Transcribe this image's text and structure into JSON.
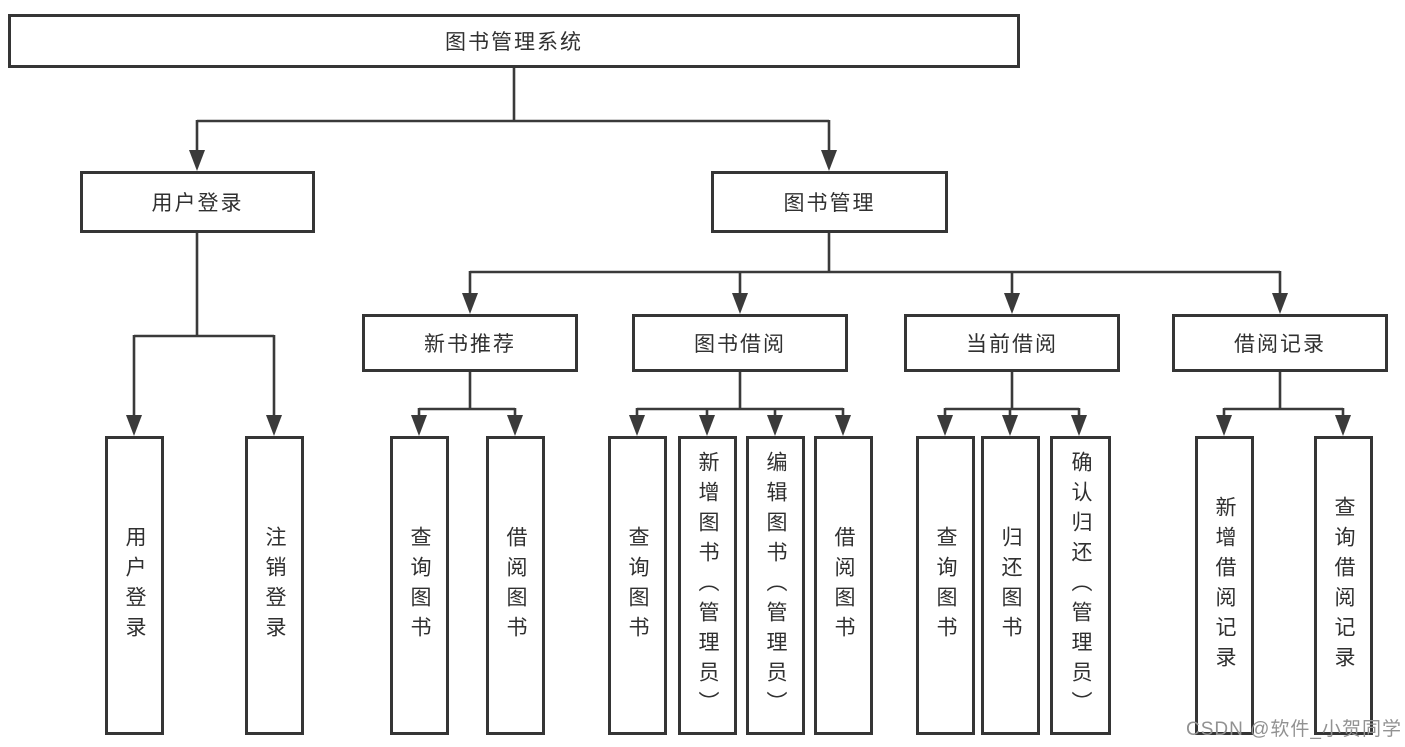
{
  "tree": {
    "root": {
      "label": "图书管理系统"
    },
    "user_login": {
      "label": "用户登录",
      "children": [
        {
          "label": "用户登录"
        },
        {
          "label": "注销登录"
        }
      ]
    },
    "book_mgmt": {
      "label": "图书管理",
      "children": [
        {
          "label": "新书推荐",
          "children": [
            {
              "label": "查询图书"
            },
            {
              "label": "借阅图书"
            }
          ]
        },
        {
          "label": "图书借阅",
          "children": [
            {
              "label": "查询图书"
            },
            {
              "label": "新增图书（管理员）"
            },
            {
              "label": "编辑图书（管理员）"
            },
            {
              "label": "借阅图书"
            }
          ]
        },
        {
          "label": "当前借阅",
          "children": [
            {
              "label": "查询图书"
            },
            {
              "label": "归还图书"
            },
            {
              "label": "确认归还（管理员）"
            }
          ]
        },
        {
          "label": "借阅记录",
          "children": [
            {
              "label": "新增借阅记录"
            },
            {
              "label": "查询借阅记录"
            }
          ]
        }
      ]
    }
  },
  "watermark": {
    "text": "CSDN @软件_小贺同学"
  },
  "colors": {
    "line": "#3a3a3a",
    "border": "#353535",
    "text": "#303030",
    "watermark": "#929292",
    "bg": "#ffffff"
  }
}
